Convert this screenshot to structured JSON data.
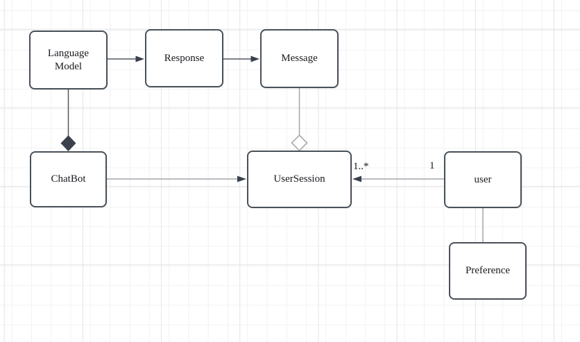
{
  "canvas": {
    "background": "#ffffff",
    "grid_minor_color": "#f2f2f2",
    "grid_major_color": "#e4e4e4"
  },
  "diagram": {
    "kind": "uml-class-diagram",
    "nodes": [
      {
        "id": "language-model",
        "label": "Language Model"
      },
      {
        "id": "response",
        "label": "Response"
      },
      {
        "id": "message",
        "label": "Message"
      },
      {
        "id": "chatbot",
        "label": "ChatBot"
      },
      {
        "id": "user-session",
        "label": "UserSession"
      },
      {
        "id": "user",
        "label": "user"
      },
      {
        "id": "preference",
        "label": "Preference"
      }
    ],
    "edges": [
      {
        "from": "language-model",
        "to": "response",
        "type": "directed-arrow"
      },
      {
        "from": "response",
        "to": "message",
        "type": "directed-arrow"
      },
      {
        "from": "language-model",
        "to": "chatbot",
        "type": "composition",
        "diamond": "filled",
        "diamond_at": "chatbot"
      },
      {
        "from": "message",
        "to": "user-session",
        "type": "aggregation",
        "diamond": "hollow",
        "diamond_at": "user-session"
      },
      {
        "from": "chatbot",
        "to": "user-session",
        "type": "directed-arrow"
      },
      {
        "from": "user",
        "to": "user-session",
        "type": "directed-arrow",
        "source_label": "1",
        "target_label": "1..*"
      },
      {
        "from": "user",
        "to": "preference",
        "type": "plain-line"
      }
    ],
    "colors": {
      "node_fill": "#ffffff",
      "node_stroke": "#485058",
      "node_label": "#17191d",
      "edge_dark": "#50565f",
      "edge_light": "#a2a6ab",
      "arrowhead": "#3a414c",
      "diamond_filled": "#3a414c",
      "diamond_hollow_stroke": "#9fa3a8"
    }
  }
}
